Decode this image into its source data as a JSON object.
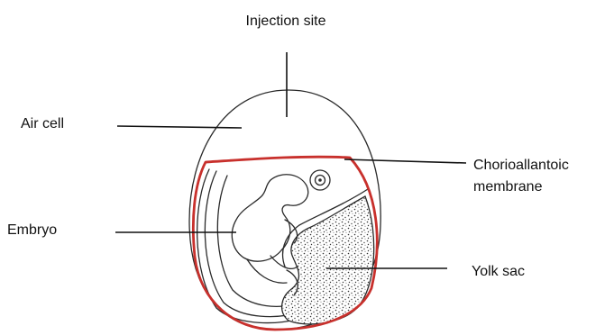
{
  "labels": {
    "injection_site": "Injection site",
    "air_cell": "Air cell",
    "chorioallantoic_line1": "Chorioallantoic",
    "chorioallantoic_line2": "membrane",
    "embryo": "Embryo",
    "yolk_sac": "Yolk sac"
  },
  "colors": {
    "shell_membrane": "#c8302c",
    "ink": "#2a2a2a",
    "text": "#111111"
  }
}
